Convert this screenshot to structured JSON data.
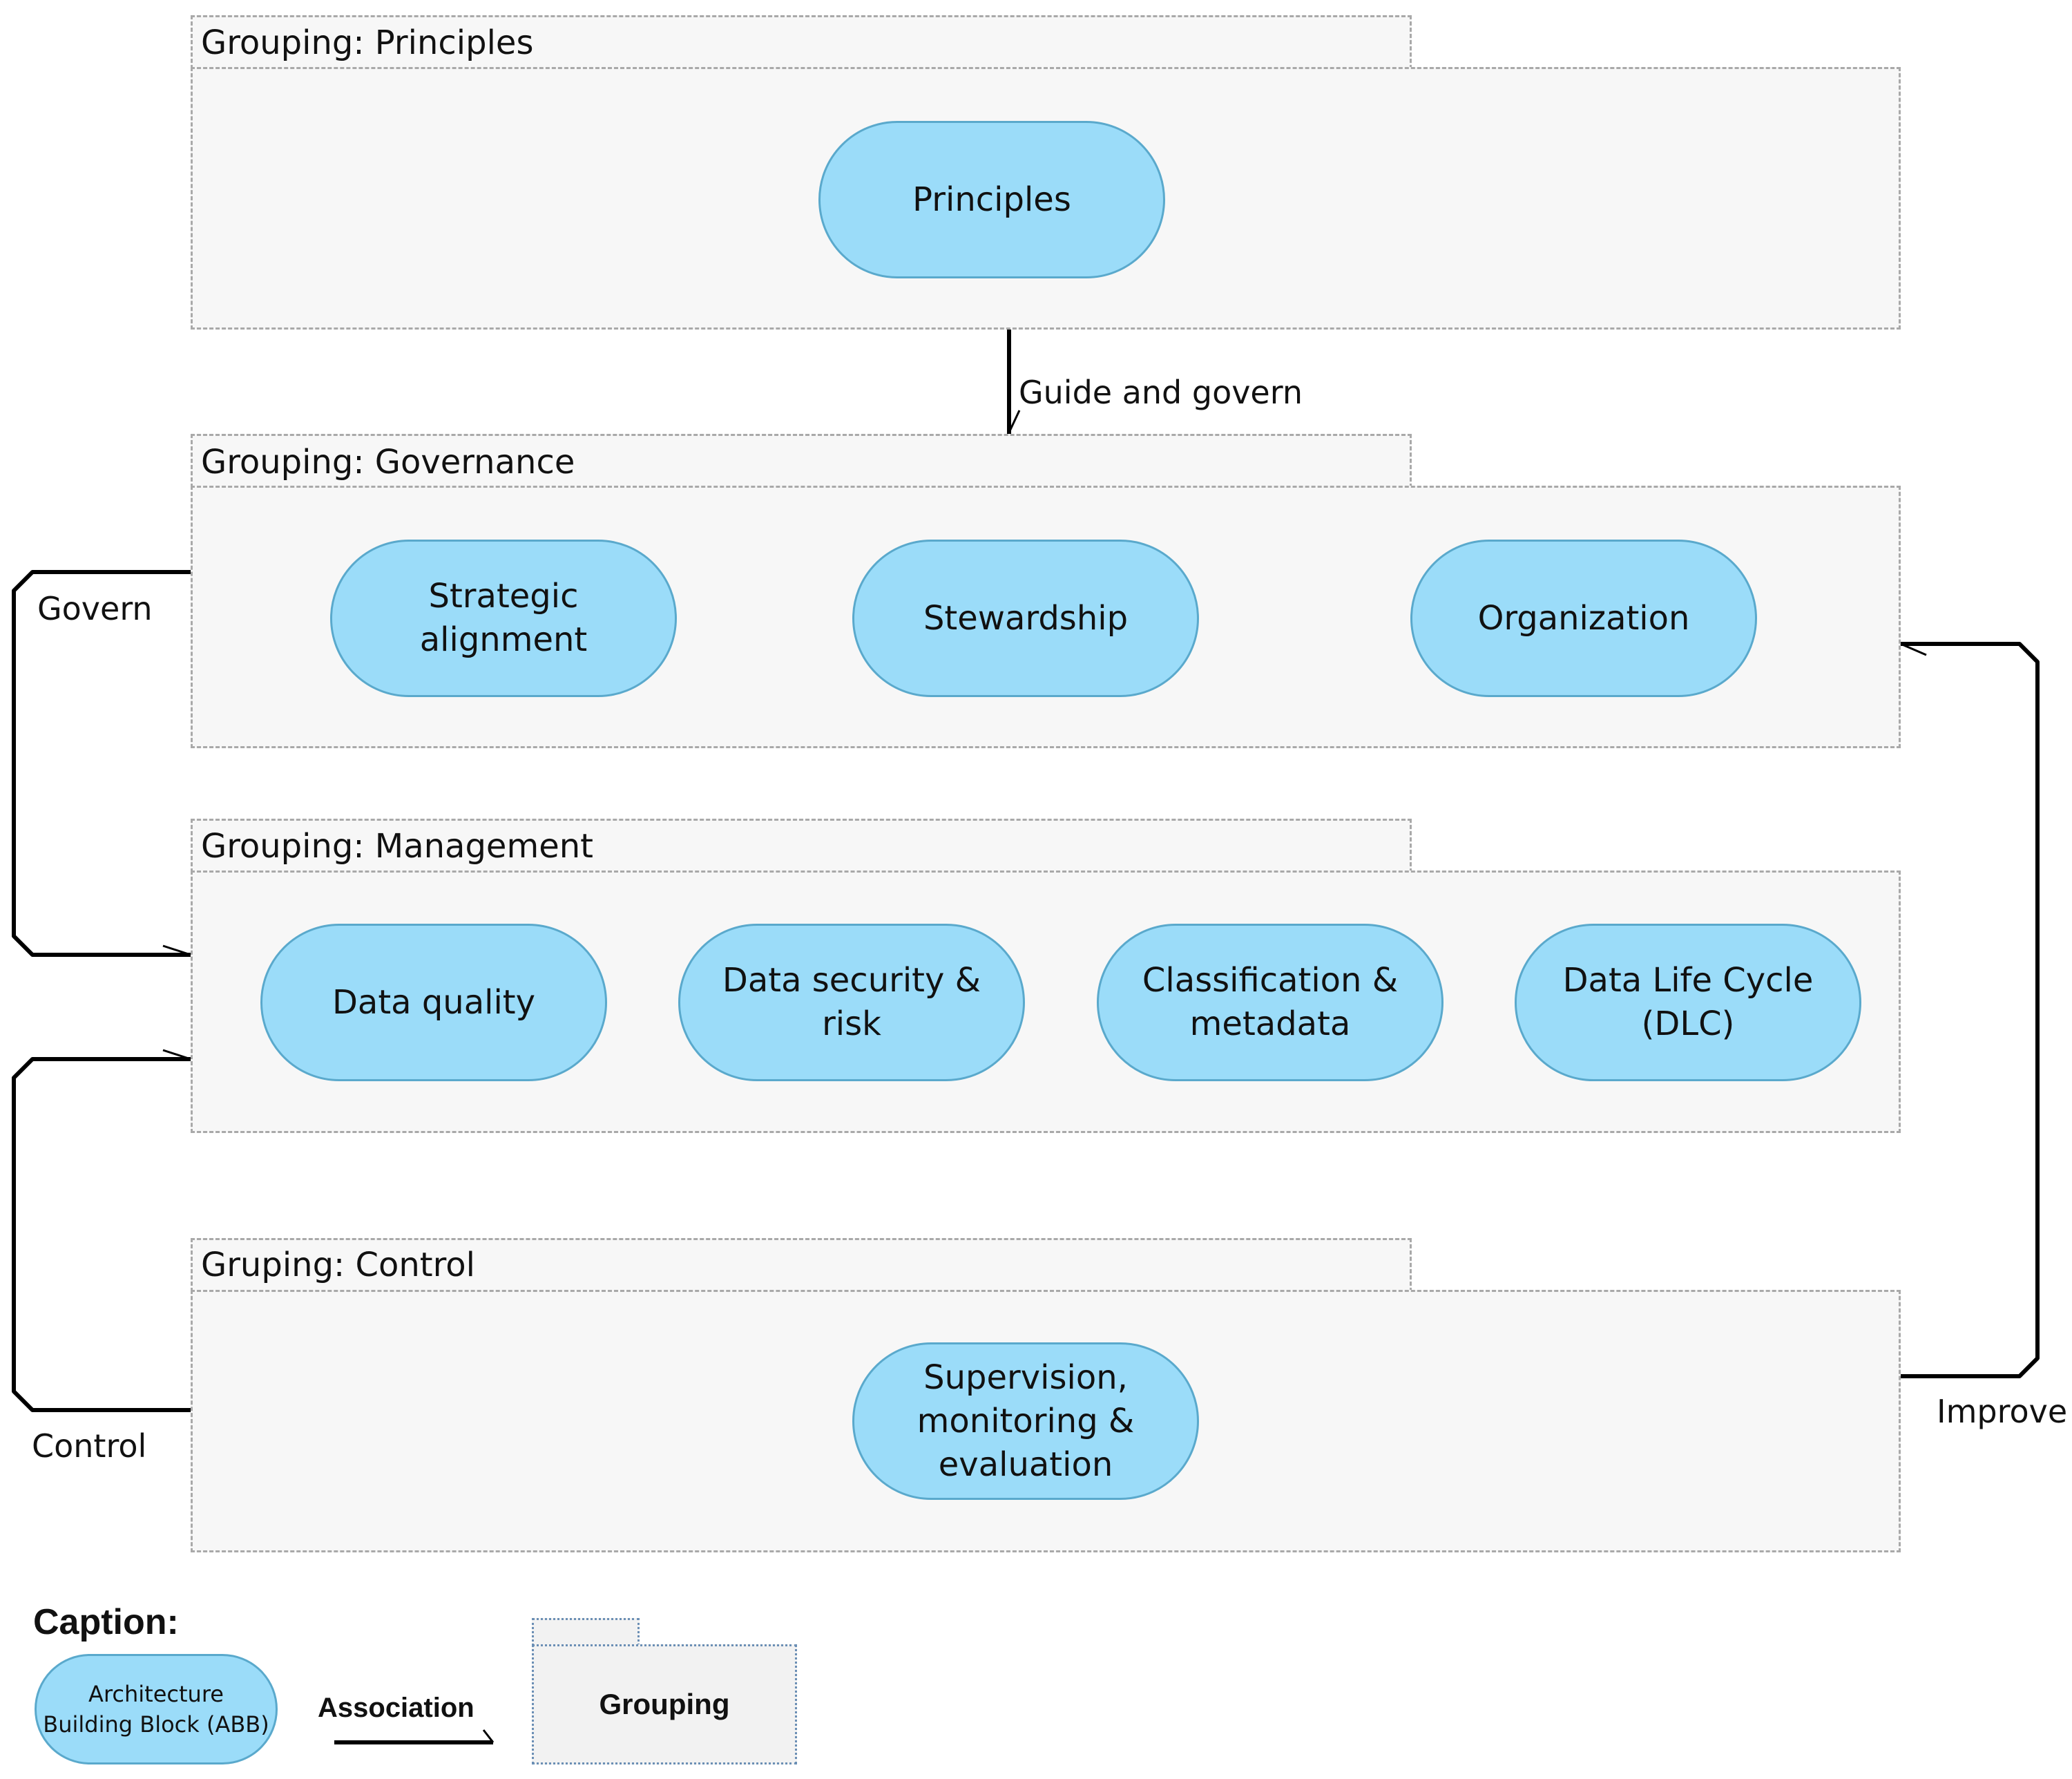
{
  "groups": {
    "principles": {
      "title": "Grouping: Principles"
    },
    "governance": {
      "title": "Grouping: Governance"
    },
    "management": {
      "title": "Grouping: Management"
    },
    "control": {
      "title": "Gruping: Control"
    }
  },
  "blocks": {
    "principles": "Principles",
    "strategic_alignment": "Strategic\nalignment",
    "stewardship": "Stewardship",
    "organization": "Organization",
    "data_quality": "Data quality",
    "data_security": "Data security & risk",
    "classification": "Classification &\nmetadata",
    "dlc": "Data Life Cycle\n(DLC)",
    "supervision": "Supervision,\nmonitoring &\nevaluation"
  },
  "connectors": {
    "guide": "Guide and govern",
    "govern": "Govern",
    "control": "Control",
    "improve": "Improve"
  },
  "caption": {
    "title": "Caption:",
    "abb": "Architecture\nBuilding Block (ABB)",
    "association": "Association",
    "grouping": "Grouping"
  },
  "colors": {
    "block_fill": "#9bdcf9",
    "block_border": "#5aa9cc",
    "group_fill": "#f7f7f7",
    "group_border": "#a9a9a9"
  }
}
